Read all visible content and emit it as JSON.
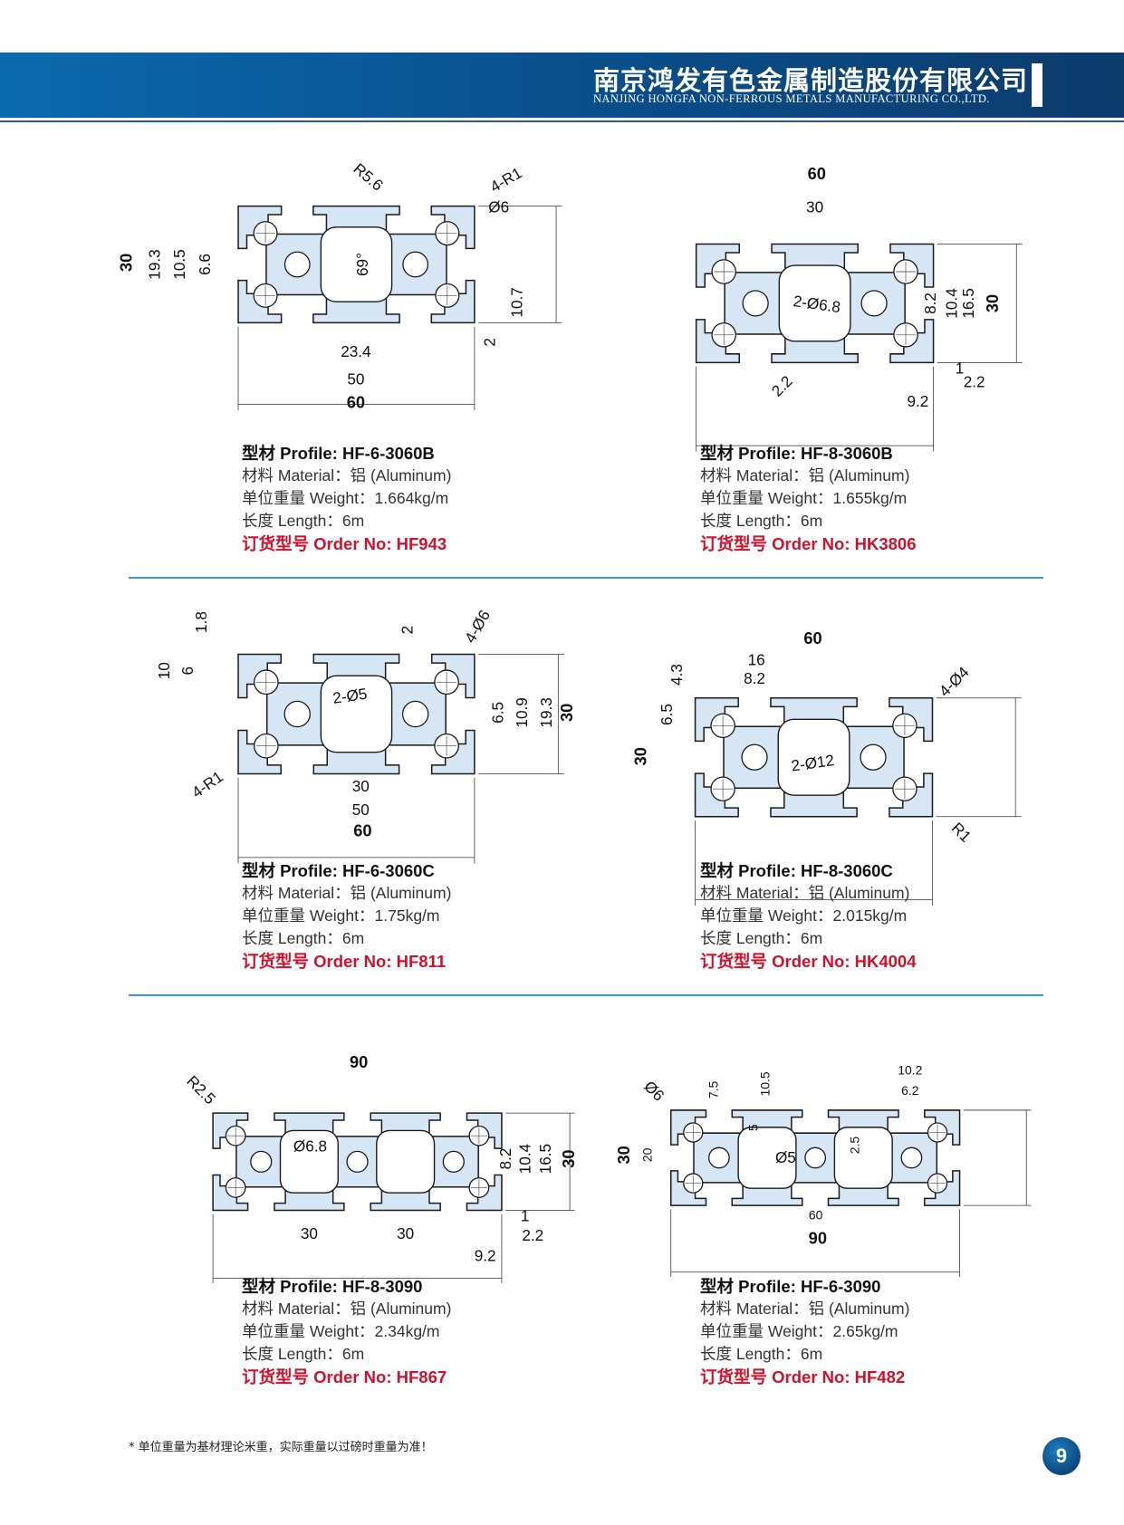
{
  "header": {
    "company_cn": "南京鸿发有色金属制造股份有限公司",
    "company_en": "NANJING HONGFA NON-FERROUS METALS MANUFACTURING CO.,LTD."
  },
  "colors": {
    "header_blue": "#0a5290",
    "profile_fill": "#d6e6f5",
    "order_red": "#d0112b",
    "separator": "#3b9ad8"
  },
  "products": [
    {
      "profile": "型材 Profile:  HF-6-3060B",
      "material": "材料 Material：铝 (Aluminum)",
      "weight": "单位重量 Weight：1.664kg/m",
      "length": "长度 Length：6m",
      "order": "订货型号 Order No:  HF943",
      "dims": [
        "R5.6",
        "4-R1",
        "Ø6",
        "30",
        "19.3",
        "10.5",
        "6.6",
        "69°",
        "10.7",
        "2",
        "23.4",
        "50",
        "60"
      ]
    },
    {
      "profile": "型材 Profile:  HF-8-3060B",
      "material": "材料 Material：铝 (Aluminum)",
      "weight": "单位重量 Weight：1.655kg/m",
      "length": "长度 Length：6m",
      "order": "订货型号 Order No:  HK3806",
      "dims": [
        "60",
        "30",
        "2-Ø6.8",
        "2.2",
        "8.2",
        "10.4",
        "16.5",
        "30",
        "1",
        "2.2",
        "9.2"
      ]
    },
    {
      "profile": "型材 Profile:  HF-6-3060C",
      "material": "材料 Material：铝 (Aluminum)",
      "weight": "单位重量 Weight：1.75kg/m",
      "length": "长度 Length：6m",
      "order": "订货型号 Order No:  HF811",
      "dims": [
        "1.8",
        "10",
        "6",
        "2",
        "4-Ø6",
        "2-Ø5",
        "6.5",
        "10.9",
        "19.3",
        "30",
        "4-R1",
        "30",
        "50",
        "60"
      ]
    },
    {
      "profile": "型材 Profile:  HF-8-3060C",
      "material": "材料 Material：铝 (Aluminum)",
      "weight": "单位重量 Weight：2.015kg/m",
      "length": "长度 Length：6m",
      "order": "订货型号 Order No:  HK4004",
      "dims": [
        "60",
        "16",
        "8.2",
        "4.3",
        "6.5",
        "30",
        "2-Ø12",
        "4-Ø4",
        "R1"
      ]
    },
    {
      "profile": "型材 Profile:  HF-8-3090",
      "material": "材料 Material：铝 (Aluminum)",
      "weight": "单位重量 Weight：2.34kg/m",
      "length": "长度 Length：6m",
      "order": "订货型号 Order No:  HF867",
      "dims": [
        "90",
        "R2.5",
        "Ø6.8",
        "8.2",
        "10.4",
        "16.5",
        "30",
        "1",
        "2.2",
        "9.2",
        "30",
        "30"
      ]
    },
    {
      "profile": "型材 Profile:  HF-6-3090",
      "material": "材料 Material：铝 (Aluminum)",
      "weight": "单位重量 Weight：2.65kg/m",
      "length": "长度 Length：6m",
      "order": "订货型号 Order No:  HF482",
      "dims": [
        "Ø6",
        "7.5",
        "10.5",
        "5",
        "10.2",
        "6.2",
        "2.5",
        "Ø5",
        "30",
        "20",
        "60",
        "90"
      ]
    }
  ],
  "footnote": "* 单位重量为基材理论米重，实际重量以过磅时重量为准！",
  "page_number": "9"
}
